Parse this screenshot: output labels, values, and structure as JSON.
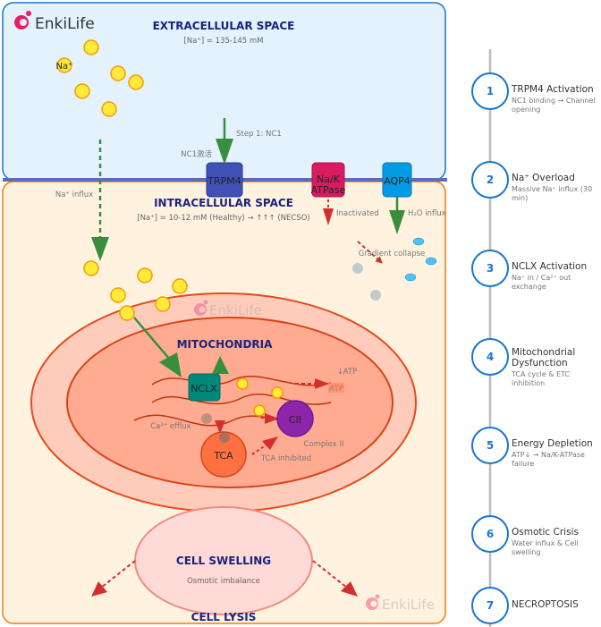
{
  "logo": {
    "text": "EnkiLife"
  },
  "extracellular": {
    "title": "EXTRACELLULAR SPACE",
    "concentration": "[Na⁺] = 135-145 mM",
    "ion_label": "Na⁺"
  },
  "intracellular": {
    "title": "INTRACELLULAR SPACE",
    "concentration": "[Na⁺] = 10-12 mM (Healthy) → ↑↑↑ (NECSO)"
  },
  "channels": {
    "trpm4": "TRPM4",
    "nak_line1": "Na/K",
    "nak_line2": "ATPase",
    "aqp4": "AQP4",
    "nclx": "NCLX",
    "cii": "CII",
    "tca": "TCA"
  },
  "labels": {
    "step1": "Step 1: NC1",
    "nc1_activated": "NC1激活",
    "na_influx": "Na⁺ influx",
    "inactivated": "Inactivated",
    "h2o_influx": "H₂O influx",
    "gradient_collapse": "Gradient collapse",
    "mitochondria": "MITOCHONDRIA",
    "atp_down": "↓ATP",
    "atp": "ATP",
    "ca_efflux": "Ca²⁺ efflux",
    "complex_ii": "Complex II",
    "tca_inhibited": "TCA inhibited",
    "cell_swelling": "CELL SWELLING",
    "osmotic_imbalance": "Osmotic imbalance",
    "cell_lysis": "CELL LYSIS"
  },
  "timeline": [
    {
      "num": "1",
      "title": "TRPM4 Activation",
      "subtitle": "NC1 binding → Channel opening"
    },
    {
      "num": "2",
      "title": "Na⁺ Overload",
      "subtitle": "Massive Na⁺ influx (30 min)"
    },
    {
      "num": "3",
      "title": "NCLX Activation",
      "subtitle": "Na⁺ in / Ca²⁺ out exchange"
    },
    {
      "num": "4",
      "title": "Mitochondrial Dysfunction",
      "subtitle": "TCA cycle & ETC inhibition"
    },
    {
      "num": "5",
      "title": "Energy Depletion",
      "subtitle": "ATP↓ → Na/K-ATPase failure"
    },
    {
      "num": "6",
      "title": "Osmotic Crisis",
      "subtitle": "Water influx & Cell swelling"
    },
    {
      "num": "7",
      "title": "NECROPTOSIS",
      "subtitle": ""
    }
  ],
  "colors": {
    "extracellular": "#e3f2fd",
    "intracellular": "#fff3e0",
    "trpm4": "#3f51b5",
    "nak": "#d81b60",
    "aqp4": "#039be5",
    "nclx": "#00897b",
    "cii": "#8e24aa",
    "tca": "#ff7043",
    "timeline": "#1976d2"
  }
}
